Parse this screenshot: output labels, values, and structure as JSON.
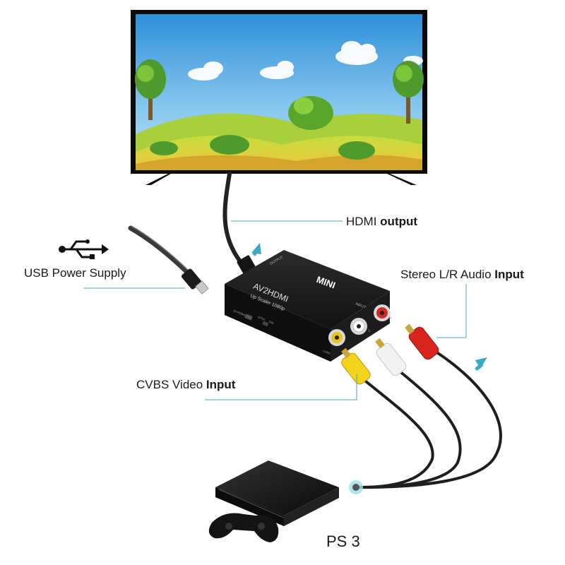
{
  "labels": {
    "hdmi_output": {
      "normal": "HDMI ",
      "bold": "output"
    },
    "usb_power": {
      "normal": "USB Power Supply"
    },
    "stereo_audio": {
      "normal": "Stereo L/R Audio ",
      "bold": "Input"
    },
    "cvbs_video": {
      "normal": "CVBS Video ",
      "bold": "Input"
    },
    "console": {
      "normal": "PS 3"
    }
  },
  "device": {
    "brand": "MINI",
    "model": "AV2HDMI",
    "subtitle": "Up Scaler 1080p",
    "port_output": "OUTPUT",
    "port_input": "INPUT",
    "switch_left": "NTSC",
    "switch_right": "PAL",
    "port_cvbs": "CVBS",
    "port_l": "L",
    "port_r": "R",
    "power_port": "5V POWER"
  },
  "icons": [
    "usb-icon",
    "arrow-up-icon"
  ],
  "colors": {
    "leader_line": "#4aa7b8",
    "arrow": "#3aa9c8",
    "rca_yellow": "#f3d41a",
    "rca_white": "#f2f2f2",
    "rca_red": "#d7241d",
    "device_body": "#161616"
  }
}
